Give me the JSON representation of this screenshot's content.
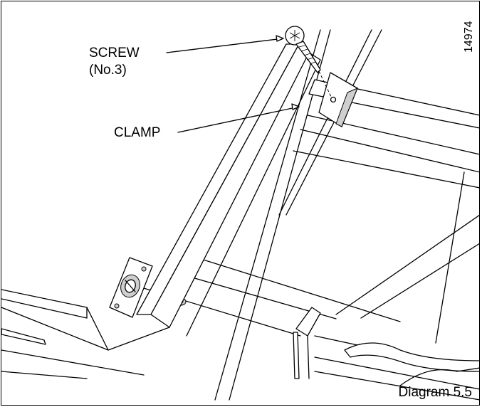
{
  "labels": {
    "screw_line1": "SCREW",
    "screw_line2": "(No.3)",
    "clamp": "CLAMP"
  },
  "reference_number": "14974",
  "caption": "Diagram 5.5"
}
